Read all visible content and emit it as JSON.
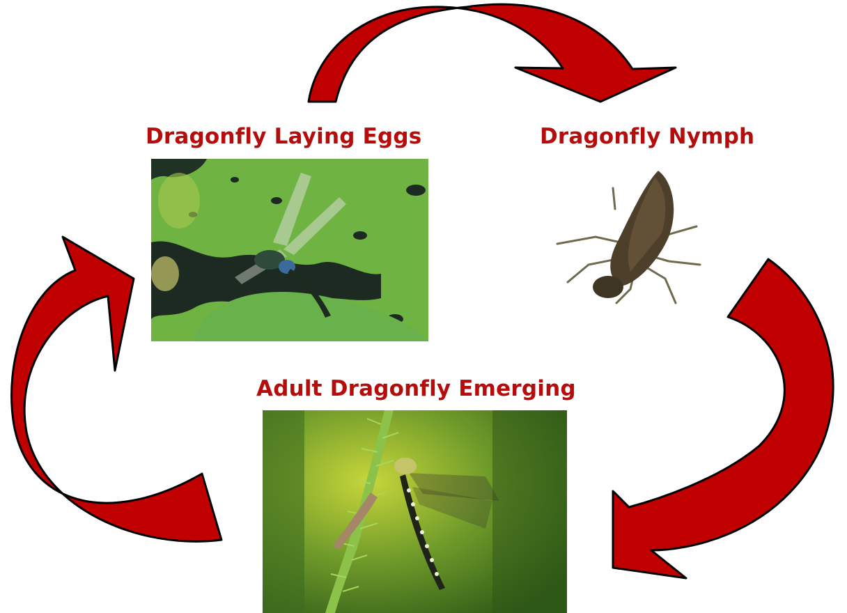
{
  "diagram": {
    "colors": {
      "arrow_fill": "#c00000",
      "arrow_outline": "#000000",
      "label_text": "#b50c0c"
    },
    "stages": [
      {
        "label": "Dragonfly Laying Eggs",
        "image": "dragonfly-laying-eggs-photo"
      },
      {
        "label": "Dragonfly Nymph",
        "image": "dragonfly-nymph-photo"
      },
      {
        "label": "Adult Dragonfly Emerging",
        "image": "adult-dragonfly-emerging-photo"
      }
    ],
    "arrows": [
      "eggs-to-nymph",
      "nymph-to-adult",
      "adult-to-eggs"
    ]
  }
}
